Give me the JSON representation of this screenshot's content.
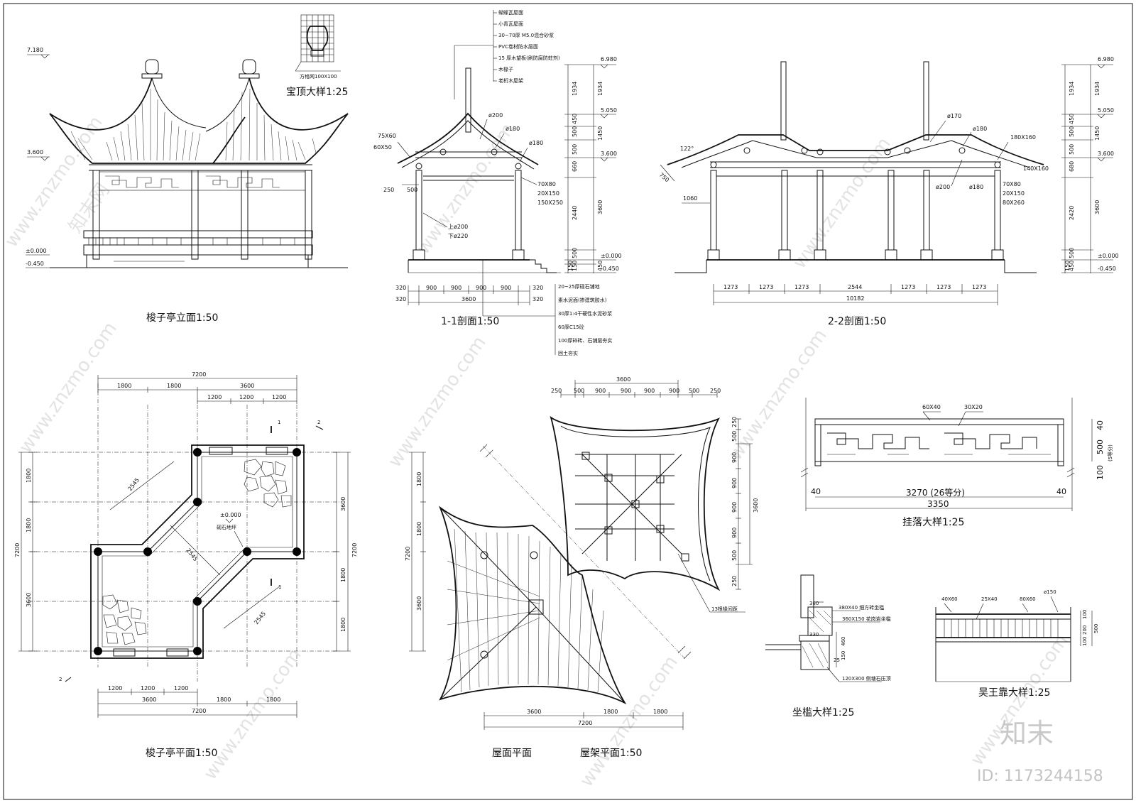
{
  "drawing": {
    "titles": {
      "elevation": "梭子亭立面1:50",
      "finial": "宝顶大样1:25",
      "section_1": "1-1剖面1:50",
      "section_2": "2-2剖面1:50",
      "plan": "梭子亭平面1:50",
      "roof_plan": "屋面平面",
      "roof_frame": "屋架平面1:50",
      "hanging": "挂落大样1:25",
      "seat": "坐槛大样1:25",
      "wuwang": "吴王靠大样1:25"
    },
    "elevation_marks": [
      "7.180",
      "3.600",
      "±0.000",
      "-0.450"
    ],
    "finial_note": "方格网100X100",
    "section1": {
      "roof_layers": [
        "蝴蝶瓦屋面",
        "小青瓦屋面",
        "30~70厚 M5.0混合砂浆",
        "PVC卷材防水层面",
        "15 厚木望板(刷防腐防蛀剂)",
        "木椽子",
        "老桁木屋架"
      ],
      "floor_layers": [
        "20~25厚砚石铺地",
        "素水泥面(掺建筑胶水)",
        "30厚1:4干硬性水泥砂浆",
        "60厚C15砼",
        "100厚碎砖、石铺层夯实",
        "回土夯实"
      ],
      "labels": [
        "75X60",
        "60X50",
        "ø200",
        "ø180",
        "ø180",
        "250",
        "500",
        "上ø200",
        "下ø220",
        "70X80",
        "20X150",
        "150X250"
      ],
      "right_levels": [
        "6.980",
        "5.050",
        "3.600",
        "±0.000",
        "-0.450"
      ],
      "right_dims": [
        "1934",
        "1934",
        "450",
        "500",
        "1450",
        "500",
        "660",
        "2440",
        "3600",
        "500",
        "150",
        "150",
        "450"
      ],
      "bottom_dims": [
        "320",
        "900",
        "900",
        "900",
        "900",
        "320",
        "320",
        "3600",
        "320"
      ]
    },
    "section2": {
      "labels": [
        "122°",
        "750",
        "ø170",
        "ø180",
        "180X160",
        "140X160",
        "ø200",
        "ø180",
        "70X80",
        "20X150",
        "80X260",
        "1060"
      ],
      "right_levels": [
        "6.980",
        "5.050",
        "3.600",
        "±0.000",
        "-0.450"
      ],
      "right_dims": [
        "1934",
        "1934",
        "450",
        "500",
        "1450",
        "500",
        "680",
        "2420",
        "3600",
        "500",
        "150",
        "450"
      ],
      "bottom_dims": [
        "1273",
        "1273",
        "1273",
        "2544",
        "1273",
        "1273",
        "1273"
      ],
      "total": "10182"
    },
    "plan": {
      "top_dims": [
        "7200",
        "1800",
        "1800",
        "3600",
        "1200",
        "1200",
        "1200"
      ],
      "bottom_dims": [
        "1200",
        "1200",
        "1200",
        "3600",
        "1800",
        "1800",
        "7200"
      ],
      "left_dims": [
        "1800",
        "1800",
        "3600",
        "7200"
      ],
      "right_dims": [
        "3600",
        "1800",
        "1800",
        "7200"
      ],
      "diagonals": [
        "2545",
        "2545",
        "2545"
      ],
      "level": "±0.000",
      "floor_note": "砚石地坪",
      "section_marks": [
        "1",
        "2",
        "1",
        "2"
      ]
    },
    "roof": {
      "top_dims": [
        "3600",
        "250",
        "500",
        "900",
        "900",
        "900",
        "900",
        "500",
        "250"
      ],
      "right_dims": [
        "250",
        "500",
        "900",
        "900",
        "900",
        "900",
        "500",
        "250",
        "3600"
      ],
      "left_dims": [
        "1800",
        "1800",
        "7200",
        "3600"
      ],
      "bottom_dims": [
        "3600",
        "1800",
        "1800",
        "7200"
      ],
      "rafter_note": "13根椽间距"
    },
    "hanging_detail": {
      "labels": [
        "60X40",
        "30X20",
        "40",
        "40",
        "500",
        "40",
        "100",
        "(5等分)"
      ],
      "inner": "3270 (26等分)",
      "total": "3350"
    },
    "seat_detail": {
      "labels": [
        "380X40 细方砖坐槛",
        "380",
        "360X150 花岗岩坐槛",
        "330",
        "460",
        "150",
        "25",
        "120X300 侧塘石压顶"
      ]
    },
    "wuwang_detail": {
      "labels": [
        "40X60",
        "25X40",
        "80X60",
        "ø150",
        "100",
        "200",
        "100",
        "500"
      ]
    },
    "watermark": {
      "brand": "知末",
      "id": "ID: 1173244158",
      "site": "www.znzmo.com",
      "site_cn": "知末网"
    }
  }
}
